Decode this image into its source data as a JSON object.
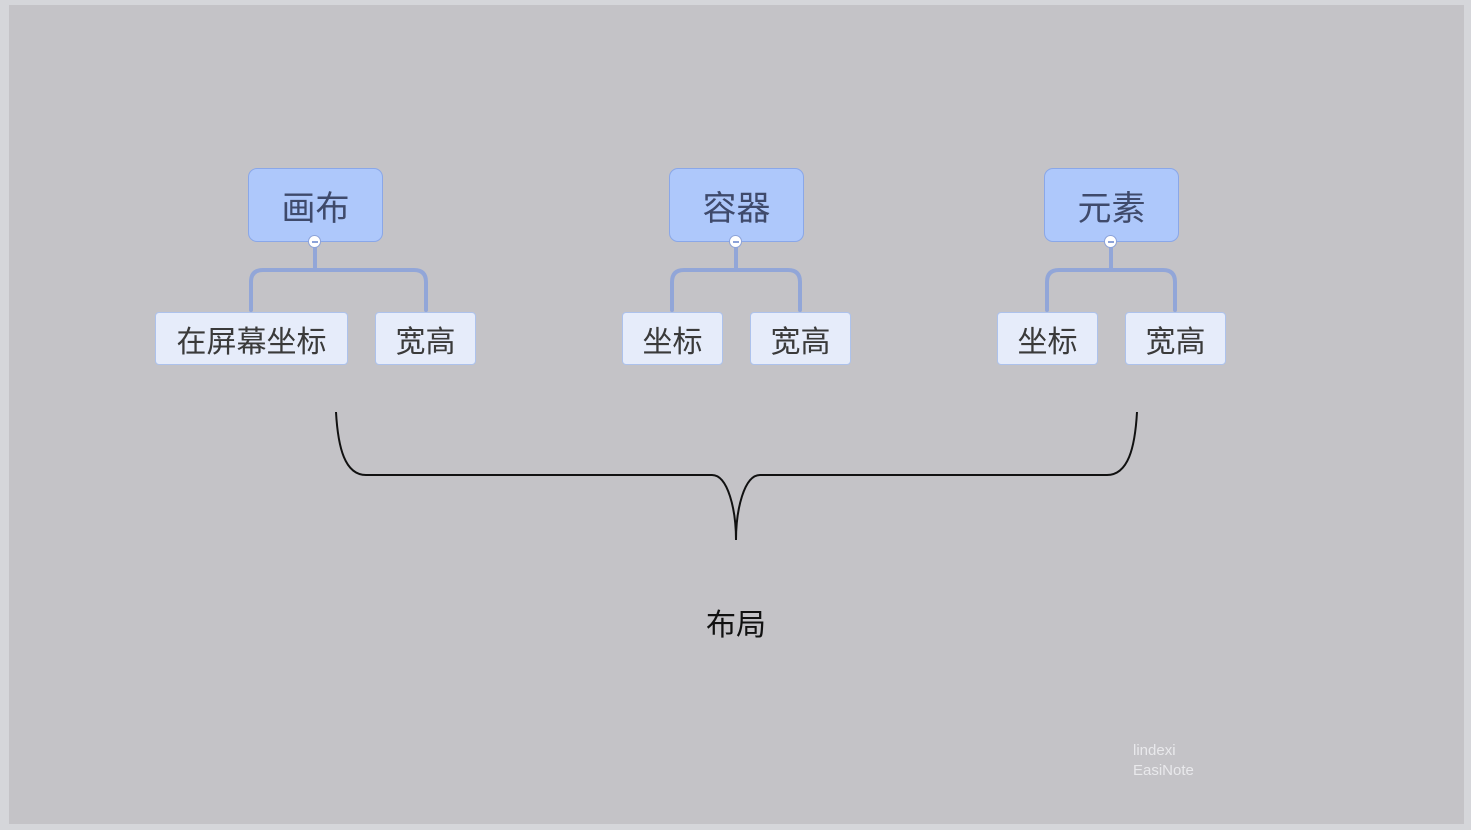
{
  "diagram": {
    "groups": [
      {
        "root": "画布",
        "children": [
          "在屏幕坐标",
          "宽高"
        ]
      },
      {
        "root": "容器",
        "children": [
          "坐标",
          "宽高"
        ]
      },
      {
        "root": "元素",
        "children": [
          "坐标",
          "宽高"
        ]
      }
    ],
    "brace_label": "布局",
    "colors": {
      "root_fill": "#aec8fb",
      "child_fill": "#e6ecfa",
      "connector": "#92a6d8",
      "background": "#c4c3c7"
    },
    "icons": [
      "collapse-icon"
    ]
  },
  "watermark": {
    "line1": "lindexi",
    "line2": "EasiNote"
  }
}
